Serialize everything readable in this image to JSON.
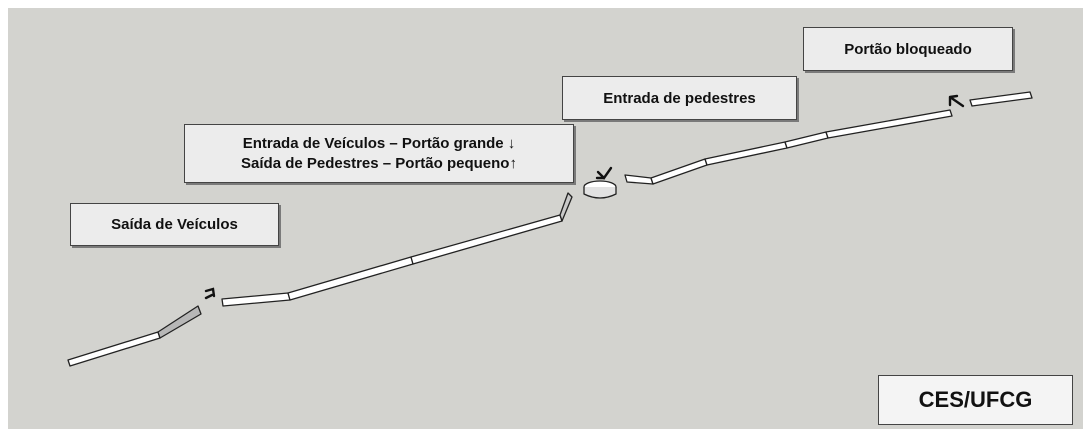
{
  "labels": {
    "saida_veiculos": "Saída de Veículos",
    "entrada_veiculos_line1": "Entrada de Veículos – Portão grande ↓",
    "entrada_veiculos_line2": "Saída de Pedestres – Portão pequeno↑",
    "entrada_pedestres": "Entrada de pedestres",
    "portao_bloqueado": "Portão bloqueado",
    "institution": "CES/UFCG"
  },
  "colors": {
    "background": "#d3d3cf",
    "wall_top": "#ffffff",
    "wall_side": "#bdbdbd",
    "outline": "#222222",
    "label_fill": "#ececec"
  }
}
